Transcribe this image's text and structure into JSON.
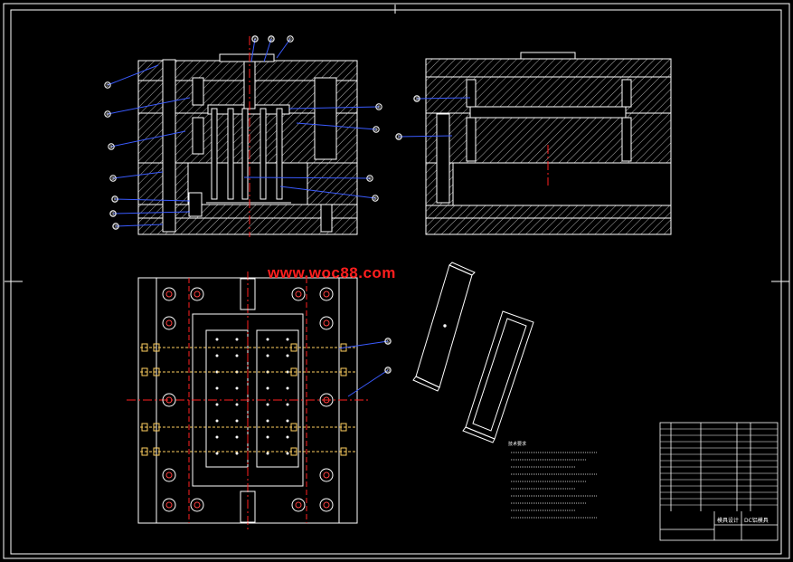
{
  "watermark": "www.woc88.com",
  "title_block": {
    "name": "模具设计",
    "product": "DC铝模具",
    "note_header": "技术要求"
  },
  "balloons": {
    "section_left_left": [
      "⑦",
      "⑧",
      "⑨",
      "⑩",
      "⑪",
      "⑫",
      "⑬"
    ],
    "section_left_top": [
      "⑭",
      "⑮",
      "①"
    ],
    "section_left_right": [
      "②",
      "③",
      "④",
      "⑤"
    ],
    "section_right": [
      "⑳",
      "㉑"
    ],
    "plan_right": [
      "㉒",
      "㉓"
    ]
  },
  "colors": {
    "background": "#000000",
    "line": "#ffffff",
    "centerline": "#ff2020",
    "leader": "#3a5bff",
    "screw": "#ffd060",
    "watermark": "#ff1e1e"
  }
}
